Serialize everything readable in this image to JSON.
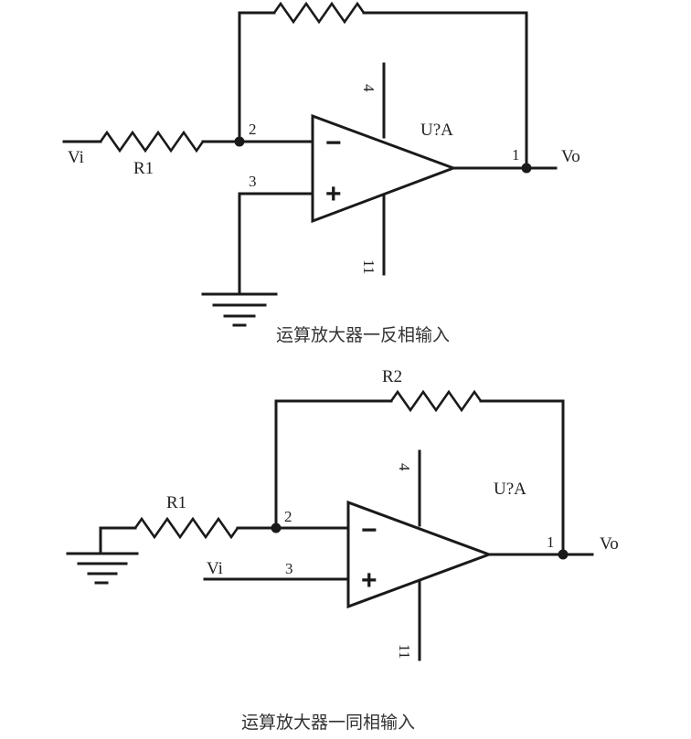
{
  "circuit_inverting": {
    "input_label": "Vi",
    "r1_label": "R1",
    "opamp_label": "U?A",
    "output_label": "Vo",
    "pin_inverting": "2",
    "pin_noninverting": "3",
    "pin_output": "1",
    "pin_power_top": "4",
    "pin_power_bottom": "11",
    "minus_sign": "−",
    "plus_sign": "+",
    "caption": "运算放大器一反相输入"
  },
  "circuit_noninverting": {
    "input_label": "Vi",
    "r1_label": "R1",
    "r2_label": "R2",
    "opamp_label": "U?A",
    "output_label": "Vo",
    "pin_inverting": "2",
    "pin_noninverting": "3",
    "pin_output": "1",
    "pin_power_top": "4",
    "pin_power_bottom": "11",
    "minus_sign": "−",
    "plus_sign": "+",
    "caption": "运算放大器一同相输入"
  }
}
